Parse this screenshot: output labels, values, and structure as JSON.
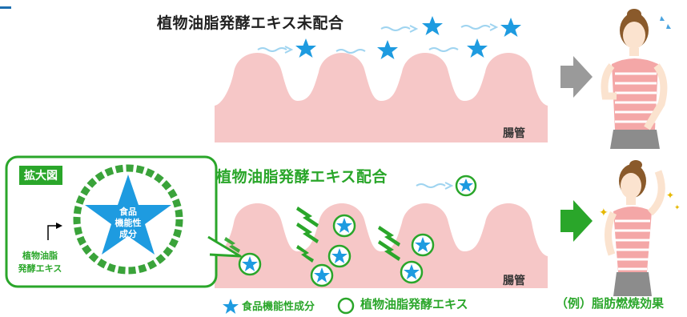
{
  "top": {
    "title": "植物油脂発酵エキス未配合",
    "intestine_label": "腸管"
  },
  "bottom": {
    "title": "植物油脂発酵エキス配合",
    "intestine_label": "腸管"
  },
  "zoom": {
    "label": "拡大図",
    "star_text_lines": [
      "食品",
      "機能性",
      "成分"
    ],
    "side_label_lines": [
      "植物油脂",
      "発酵エキス"
    ]
  },
  "legend": {
    "star_label": "食品機能性成分",
    "circle_label": "植物油脂発酵エキス",
    "effect_label": "（例）脂肪燃焼効果"
  },
  "colors": {
    "star": "#1e9be0",
    "green": "#2aa62a",
    "intestine": "#f6c7c7",
    "arrow_gray": "#9a9a9a"
  }
}
